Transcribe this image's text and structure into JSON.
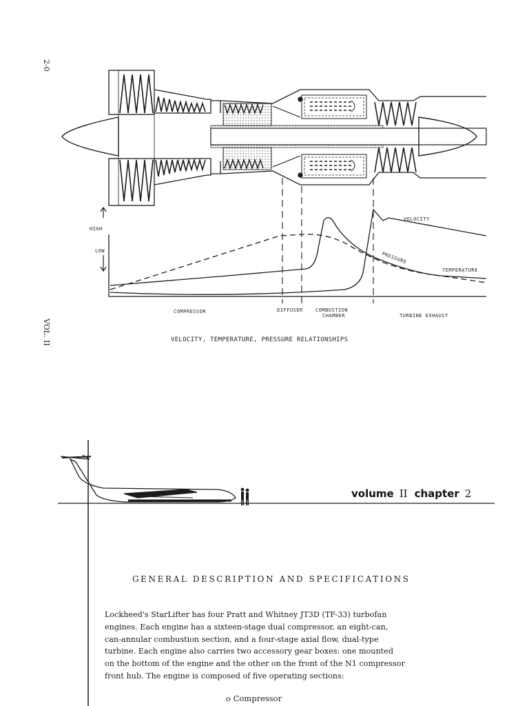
{
  "page": {
    "page_number": "2-0",
    "volume_side_label": "VOL. II"
  },
  "diagram": {
    "labels": {
      "velocity": "VELOCITY",
      "pressure": "PRESSURE",
      "temperature": "TEMPERATURE",
      "high": "HIGH",
      "low": "LOW",
      "compressor": "COMPRESSOR",
      "diffuser": "DIFFUSER",
      "combustion_line1": "COMBUSTION",
      "combustion_line2": "CHAMBER",
      "turbine_exhaust": "TURBINE EXHAUST"
    },
    "caption": "VELOCITY, TEMPERATURE, PRESSURE RELATIONSHIPS"
  },
  "chapter_header": {
    "volume_word": "volume",
    "volume_numeral": "II",
    "chapter_word": "chapter",
    "chapter_number": "2"
  },
  "section": {
    "title": "GENERAL DESCRIPTION AND SPECIFICATIONS",
    "paragraph_lines": [
      "Lockheed's StarLifter has four Pratt and Whitney JT3D (TF-33) turbofan",
      "engines.  Each engine has a sixteen-stage dual compressor, an eight-can,",
      "can-annular combustion section, and a four-stage axial flow, dual-type",
      "turbine.  Each engine also carries two accessory gear boxes:  one mounted",
      "on the bottom of the engine and the other on the front of the N1 compressor",
      "front hub.  The engine is composed of five operating sections:"
    ],
    "list_items": [
      "o  Compressor"
    ]
  }
}
